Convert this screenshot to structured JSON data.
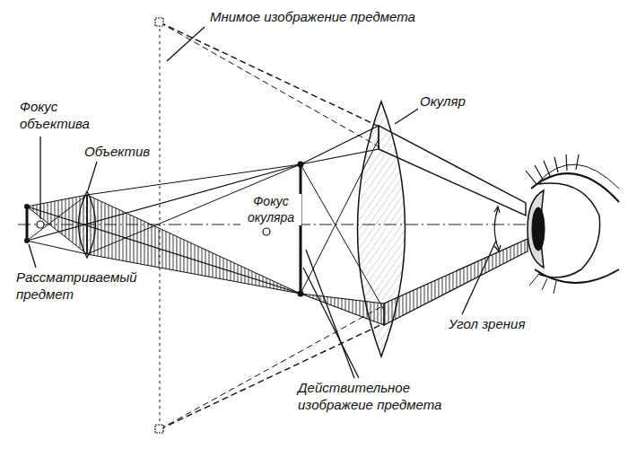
{
  "diagram": {
    "labels": [
      "Мнимое изображение предмета",
      "Фокус объектива",
      "Объектив",
      "Окуляр",
      "Фокус окуляра",
      "Рассматриваемый предмет",
      "Угол зрения",
      "Действительное изображеие предмета"
    ]
  }
}
